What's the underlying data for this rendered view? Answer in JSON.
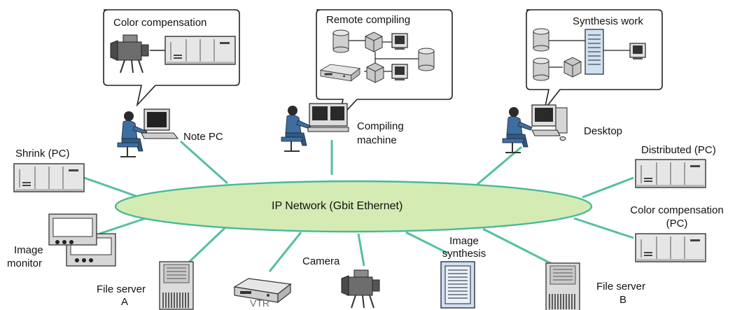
{
  "network": {
    "label": "IP Network (Gbit Ethernet)"
  },
  "callouts": {
    "color_compensation": "Color compensation",
    "remote_compiling": "Remote  compiling",
    "synthesis_work": "Synthesis work"
  },
  "nodes": {
    "note_pc": "Note PC",
    "compiling_line1": "Compiling",
    "compiling_line2": "machine",
    "desktop": "Desktop",
    "shrink": "Shrink (PC)",
    "distributed": "Distributed (PC)",
    "color_comp_line1": "Color compensation",
    "color_comp_line2": "(PC)",
    "image_monitor_line1": "Image",
    "image_monitor_line2": "monitor",
    "file_server_a_line1": "File server",
    "file_server_a_line2": "A",
    "vtr": "VTR",
    "camera": "Camera",
    "image_synthesis_line1": "Image",
    "image_synthesis_line2": "synthesis",
    "file_server_b_line1": "File server",
    "file_server_b_line2": "B"
  },
  "colors": {
    "network_fill": "#d4ebb4",
    "network_stroke": "#48b89a",
    "link": "#55bf9f",
    "person_blue": "#3c6ea0",
    "device_gray": "#e4e4e4"
  }
}
